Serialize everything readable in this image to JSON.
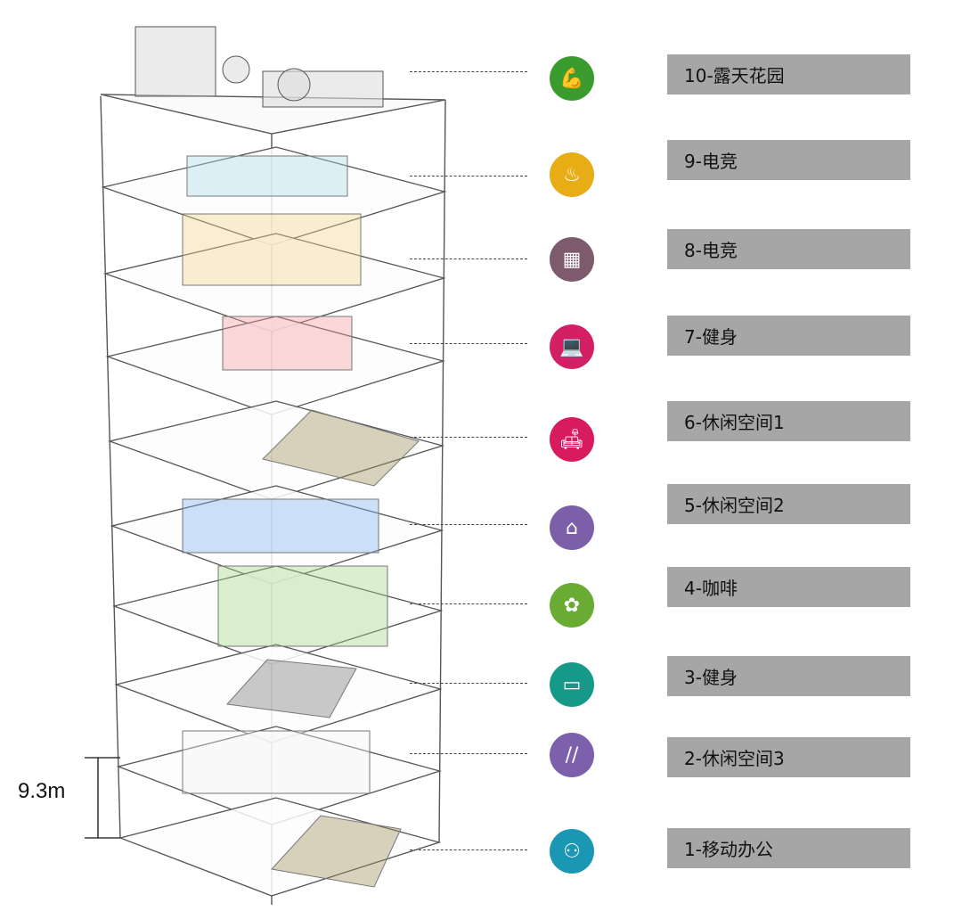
{
  "dimension": {
    "label": "9.3m"
  },
  "floors": [
    {
      "label": "10-露天花园",
      "icon": "muscle-icon",
      "color": "#3a9c2e",
      "glyph": "💪"
    },
    {
      "label": "9-电竞",
      "icon": "pot-icon",
      "color": "#e8ac14",
      "glyph": "♨"
    },
    {
      "label": "8-电竞",
      "icon": "floorplan-icon",
      "color": "#7d5a6c",
      "glyph": "▦"
    },
    {
      "label": "7-健身",
      "icon": "laptop-icon",
      "color": "#d31f63",
      "glyph": "💻"
    },
    {
      "label": "6-休闲空间1",
      "icon": "sofa-icon",
      "color": "#d81b5e",
      "glyph": "🛋"
    },
    {
      "label": "5-休闲空间2",
      "icon": "house-icon",
      "color": "#7b5fa8",
      "glyph": "⌂"
    },
    {
      "label": "4-咖啡",
      "icon": "flower-icon",
      "color": "#6aab34",
      "glyph": "✿"
    },
    {
      "label": "3-健身",
      "icon": "sign-icon",
      "color": "#17998a",
      "glyph": "▭"
    },
    {
      "label": "2-休闲空间3",
      "icon": "chopsticks-icon",
      "color": "#7c60ab",
      "glyph": "//"
    },
    {
      "label": "1-移动办公",
      "icon": "network-icon",
      "color": "#1a98b3",
      "glyph": "⚇"
    }
  ]
}
